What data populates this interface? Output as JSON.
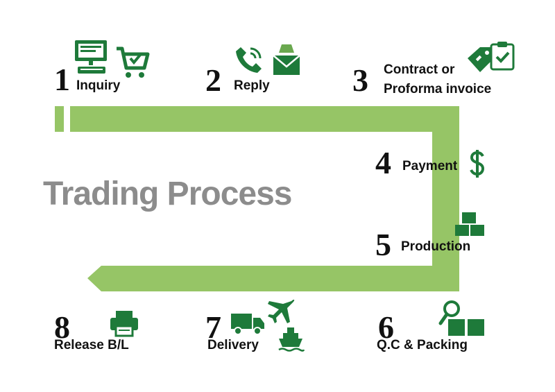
{
  "title": "Trading Process",
  "colors": {
    "track": "#96c566",
    "icon": "#1e7a3a",
    "text": "#111111",
    "title": "#8c8c8c"
  },
  "steps": [
    {
      "number": "1",
      "label": "Inquiry",
      "icons": [
        "computer-icon",
        "shopping-cart-icon"
      ]
    },
    {
      "number": "2",
      "label": "Reply",
      "icons": [
        "phone-icon",
        "envelope-icon"
      ]
    },
    {
      "number": "3",
      "label_line1": "Contract or",
      "label_line2": "Proforma invoice",
      "icons": [
        "price-tag-icon",
        "clipboard-check-icon"
      ]
    },
    {
      "number": "4",
      "label": "Payment",
      "icons": [
        "dollar-icon"
      ]
    },
    {
      "number": "5",
      "label": "Production",
      "icons": [
        "boxes-icon"
      ]
    },
    {
      "number": "6",
      "label": "Q.C & Packing",
      "icons": [
        "magnifier-icon",
        "packages-icon"
      ]
    },
    {
      "number": "7",
      "label": "Delivery",
      "icons": [
        "truck-icon",
        "airplane-icon",
        "ship-icon"
      ]
    },
    {
      "number": "8",
      "label": "Release B/L",
      "icons": [
        "printer-icon"
      ]
    }
  ]
}
